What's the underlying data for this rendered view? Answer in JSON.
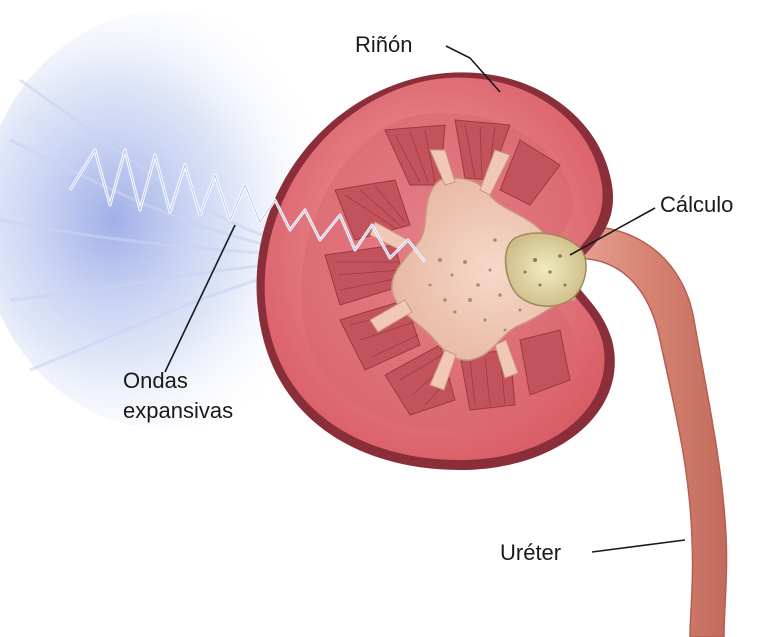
{
  "labels": {
    "kidney": "Riñón",
    "stone": "Cálculo",
    "waves_line1": "Ondas",
    "waves_line2": "expansivas",
    "ureter": "Uréter"
  },
  "colors": {
    "kidney_outer": "#e8838a",
    "kidney_cortex": "#d9666f",
    "medulla": "#c45a5e",
    "pelvis": "#f1c7b5",
    "stone": "#e0d3a0",
    "ureter": "#d98f7f",
    "waves": "#6f86d6"
  }
}
